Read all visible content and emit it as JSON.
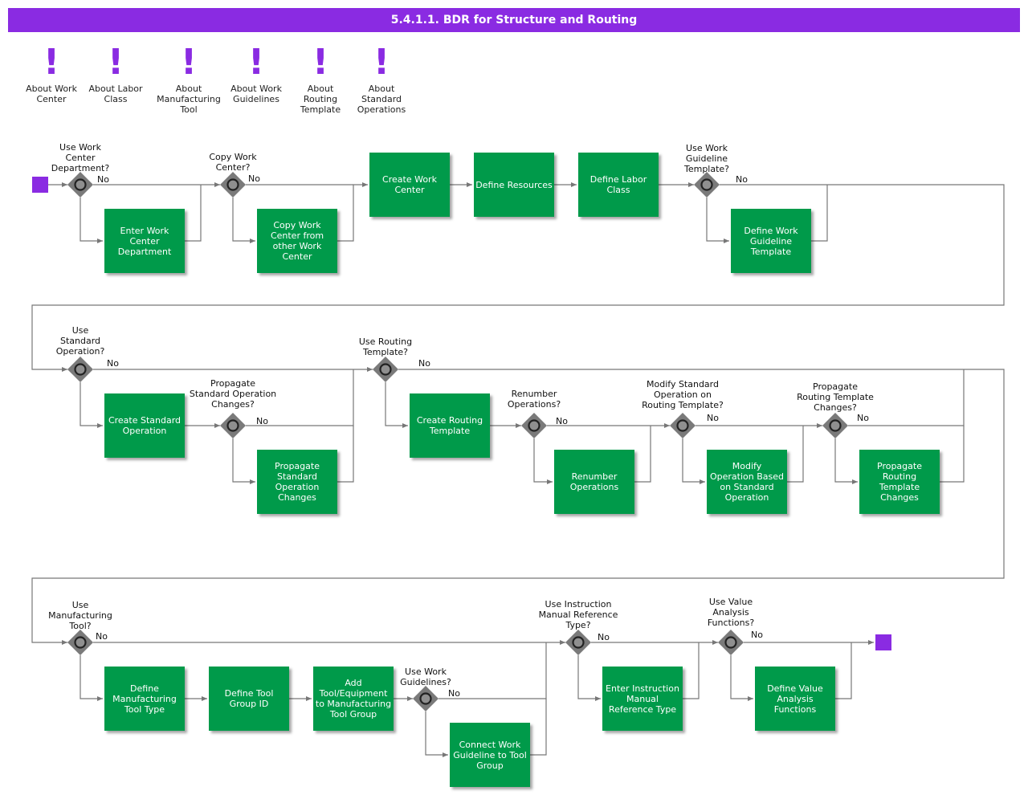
{
  "title": "5.4.1.1. BDR for Structure and Routing",
  "colors": {
    "accent": "#8a2be2",
    "task": "#009a4a",
    "gateway": "#7a7a7a",
    "line": "#777777"
  },
  "about_items": [
    "About Work\nCenter",
    "About Labor\nClass",
    "About\nManufacturing\nTool",
    "About Work\nGuidelines",
    "About\nRouting\nTemplate",
    "About\nStandard\nOperations"
  ],
  "tasks": {
    "enter_wc_dept": "Enter Work\nCenter\nDepartment",
    "copy_wc_from": "Copy Work\nCenter from\nother Work\nCenter",
    "create_wc": "Create Work\nCenter",
    "define_resources": "Define Resources",
    "define_labor_class": "Define Labor\nClass",
    "define_wg_template": "Define Work\nGuideline\nTemplate",
    "create_std_op": "Create Standard\nOperation",
    "propagate_std_op": "Propagate\nStandard\nOperation\nChanges",
    "create_routing_template": "Create Routing\nTemplate",
    "renumber_ops": "Renumber\nOperations",
    "modify_op": "Modify\nOperation Based\non Standard\nOperation",
    "propagate_rt": "Propagate\nRouting\nTemplate\nChanges",
    "define_mfg_tool_type": "Define\nManufacturing\nTool Type",
    "define_tool_group": "Define Tool\nGroup ID",
    "add_tool": "Add\nTool/Equipment\nto Manufacturing\nTool Group",
    "connect_wg": "Connect Work\nGuideline to Tool\nGroup",
    "enter_imr_type": "Enter Instruction\nManual\nReference Type",
    "define_va": "Define Value\nAnalysis\nFunctions"
  },
  "gateways": {
    "g1": "Use Work\nCenter\nDepartment?",
    "g2": "Copy Work\nCenter?",
    "g3": "Use Work\nGuideline\nTemplate?",
    "g4": "Use\nStandard\nOperation?",
    "g5": "Propagate\nStandard Operation\nChanges?",
    "g6": "Use Routing\nTemplate?",
    "g7": "Renumber\nOperations?",
    "g8": "Modify Standard\nOperation on\nRouting Template?",
    "g9": "Propagate\nRouting Template\nChanges?",
    "g10": "Use\nManufacturing\nTool?",
    "g11": "Use Work\nGuidelines?",
    "g12": "Use Instruction\nManual Reference\nType?",
    "g13": "Use Value\nAnalysis\nFunctions?"
  },
  "no_label": "No"
}
